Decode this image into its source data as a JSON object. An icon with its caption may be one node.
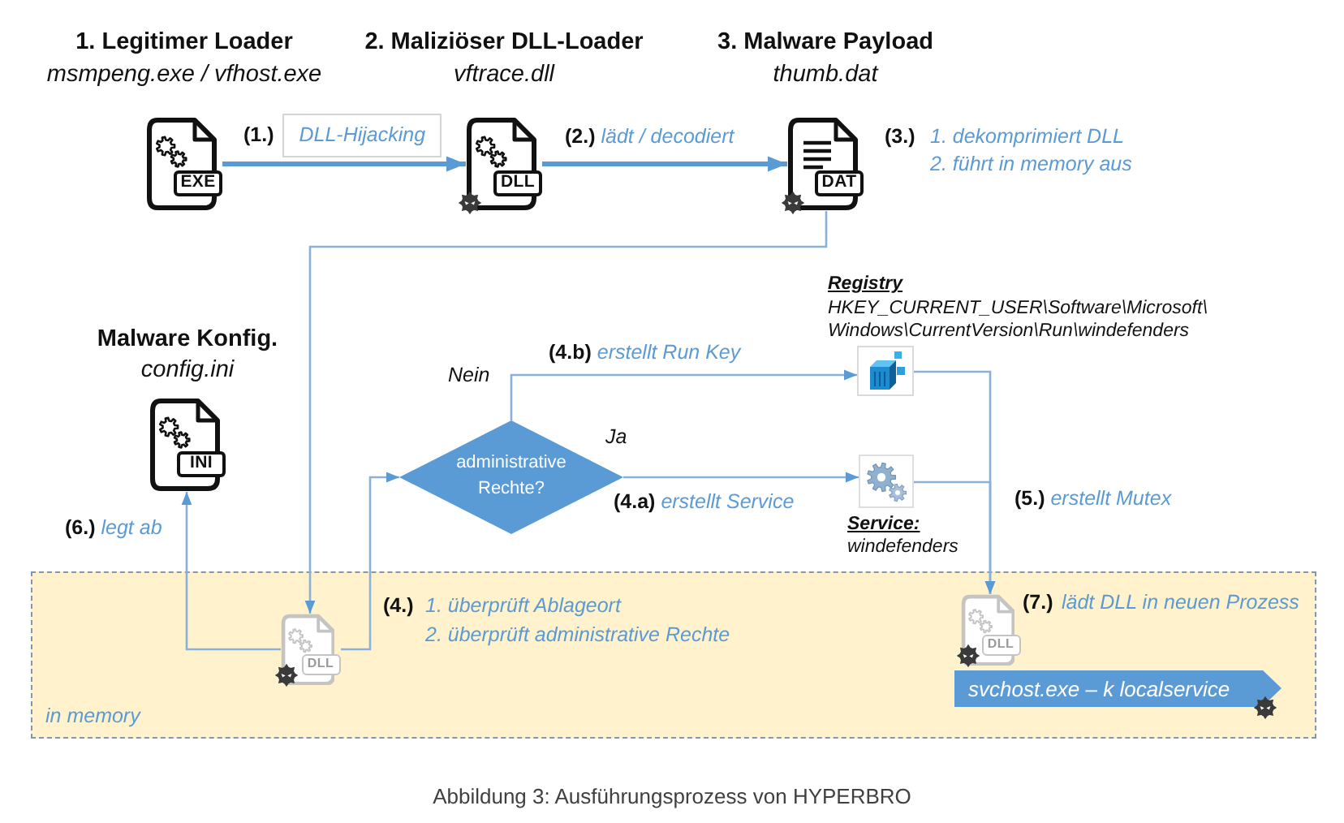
{
  "diagram": {
    "caption": "Abbildung 3: Ausführungsprozess von HYPERBRO",
    "nodes": [
      {
        "text": [
          "1. Legitimer Loader",
          "msmpeng.exe / vfhost.exe",
          "EXE"
        ]
      },
      {
        "text": [
          "2. Maliziöser DLL-Loader",
          "vftrace.dll",
          "DLL"
        ]
      },
      {
        "text": [
          "3. Malware Payload",
          "thumb.dat",
          "DAT"
        ],
        "beside": [
          "(3.)",
          "1. dekomprimiert DLL",
          "2. führt in memory aus"
        ]
      },
      {
        "text": [
          "Registry",
          "HKEY_CURRENT_USER\\Software\\Microsoft\\ Windows\\CurrentVersion\\Run\\windefenders"
        ]
      },
      {
        "text": [
          "Malware Konfig.",
          "config.ini",
          "INI"
        ]
      },
      {
        "text": [
          "administrative Rechte?"
        ]
      },
      {
        "text": [
          "Service:",
          "windefenders"
        ]
      },
      {
        "text": [
          "in memory"
        ]
      },
      {
        "text": [
          "DLL"
        ],
        "in": 7,
        "beside": [
          "(4.)",
          "1. überprüft Ablageort",
          "2. überprüft administrative Rechte"
        ]
      },
      {
        "text": [
          "DLL"
        ],
        "in": 7,
        "beside": [
          "(7.)",
          "lädt DLL in neuen Prozess"
        ]
      },
      {
        "text": [
          "svchost.exe – k localservice"
        ],
        "in": 7
      }
    ],
    "edges": [
      {
        "from": 0,
        "to": 1,
        "arrow": "to",
        "label": "**(1.)** *DLL-Hijacking*",
        "style": "thick"
      },
      {
        "from": 1,
        "to": 2,
        "arrow": "to",
        "label": "**(2.)** *lädt / decodiert*",
        "style": "thick"
      },
      {
        "from": 2,
        "to": 8,
        "arrow": "to"
      },
      {
        "from": 8,
        "to": 4,
        "arrow": "to",
        "label": "**(6.)** *legt ab*"
      },
      {
        "from": 8,
        "to": 5,
        "arrow": "to"
      },
      {
        "from": 5,
        "to": 3,
        "arrow": "to",
        "label": "Nein"
      },
      {
        "from": 5,
        "to": 6,
        "arrow": "to",
        "label": "Ja"
      },
      {
        "from": 3,
        "to": 9,
        "arrow": "to"
      },
      {
        "from": 6,
        "to": 9,
        "arrow": "to"
      }
    ],
    "labels": [
      "**(4.b)** *erstellt Run Key*",
      "**(4.a)** *erstellt Service*",
      "**(5.)** *erstellt Mutex*"
    ]
  }
}
